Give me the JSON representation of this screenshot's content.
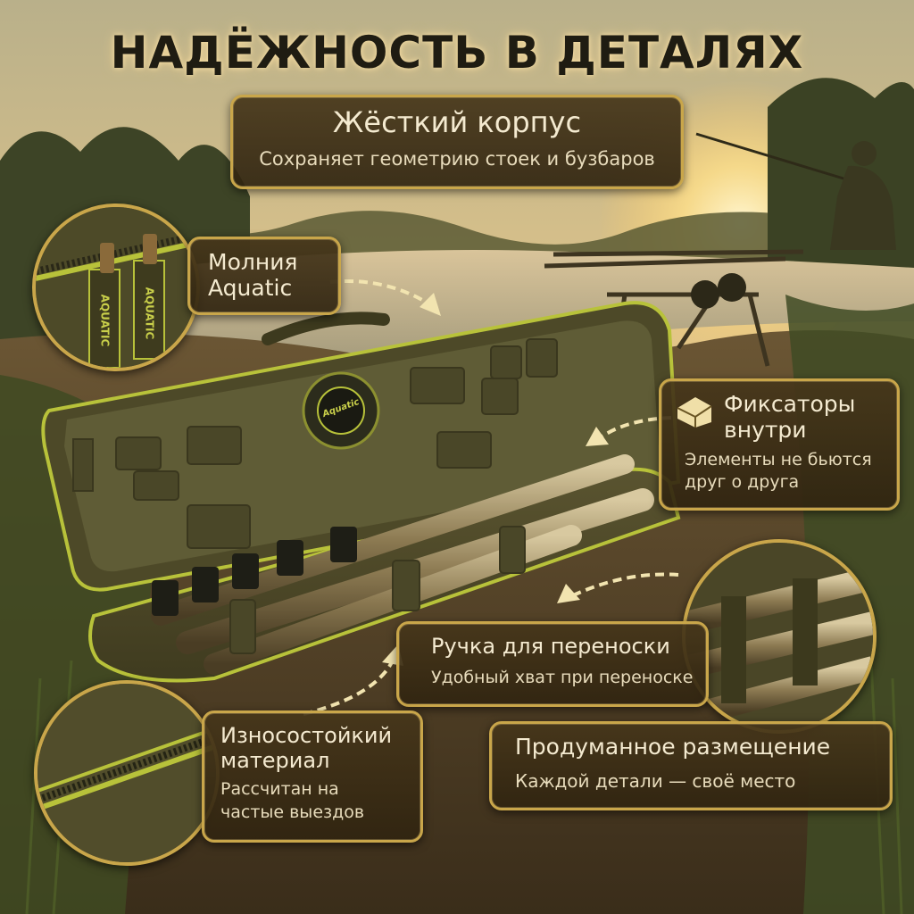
{
  "headline": "НАДЁЖНОСТЬ В ДЕТАЛЯХ",
  "badge_text": "Aquatic",
  "strap_text": "AQUATIC",
  "callouts": {
    "body": {
      "title": "Жёсткий корпус",
      "subtitle": "Сохраняет геометрию стоек и бузбаров"
    },
    "zipper": {
      "title_line1": "Молния",
      "title_line2": "Aquatic"
    },
    "fixers": {
      "title_line1": "Фиксаторы",
      "title_line2": "внутри",
      "sub_line1": "Элементы не бьются",
      "sub_line2": "друг о друга"
    },
    "handle": {
      "title": "Ручка для переноски",
      "subtitle": "Удобный хват при переноске"
    },
    "material": {
      "title_line1": "Износостойкий",
      "title_line2": "материал",
      "sub_line1": "Рассчитан на",
      "sub_line2": "частые выездов"
    },
    "placement": {
      "title": "Продуманное размещение",
      "subtitle": "Каждой детали — своё место"
    }
  },
  "colors": {
    "frame_gold": "#c9a64a",
    "card_bg": "#3e2f14",
    "bag_olive": "#4e4a2a",
    "trim_lime": "#b8c23a"
  }
}
